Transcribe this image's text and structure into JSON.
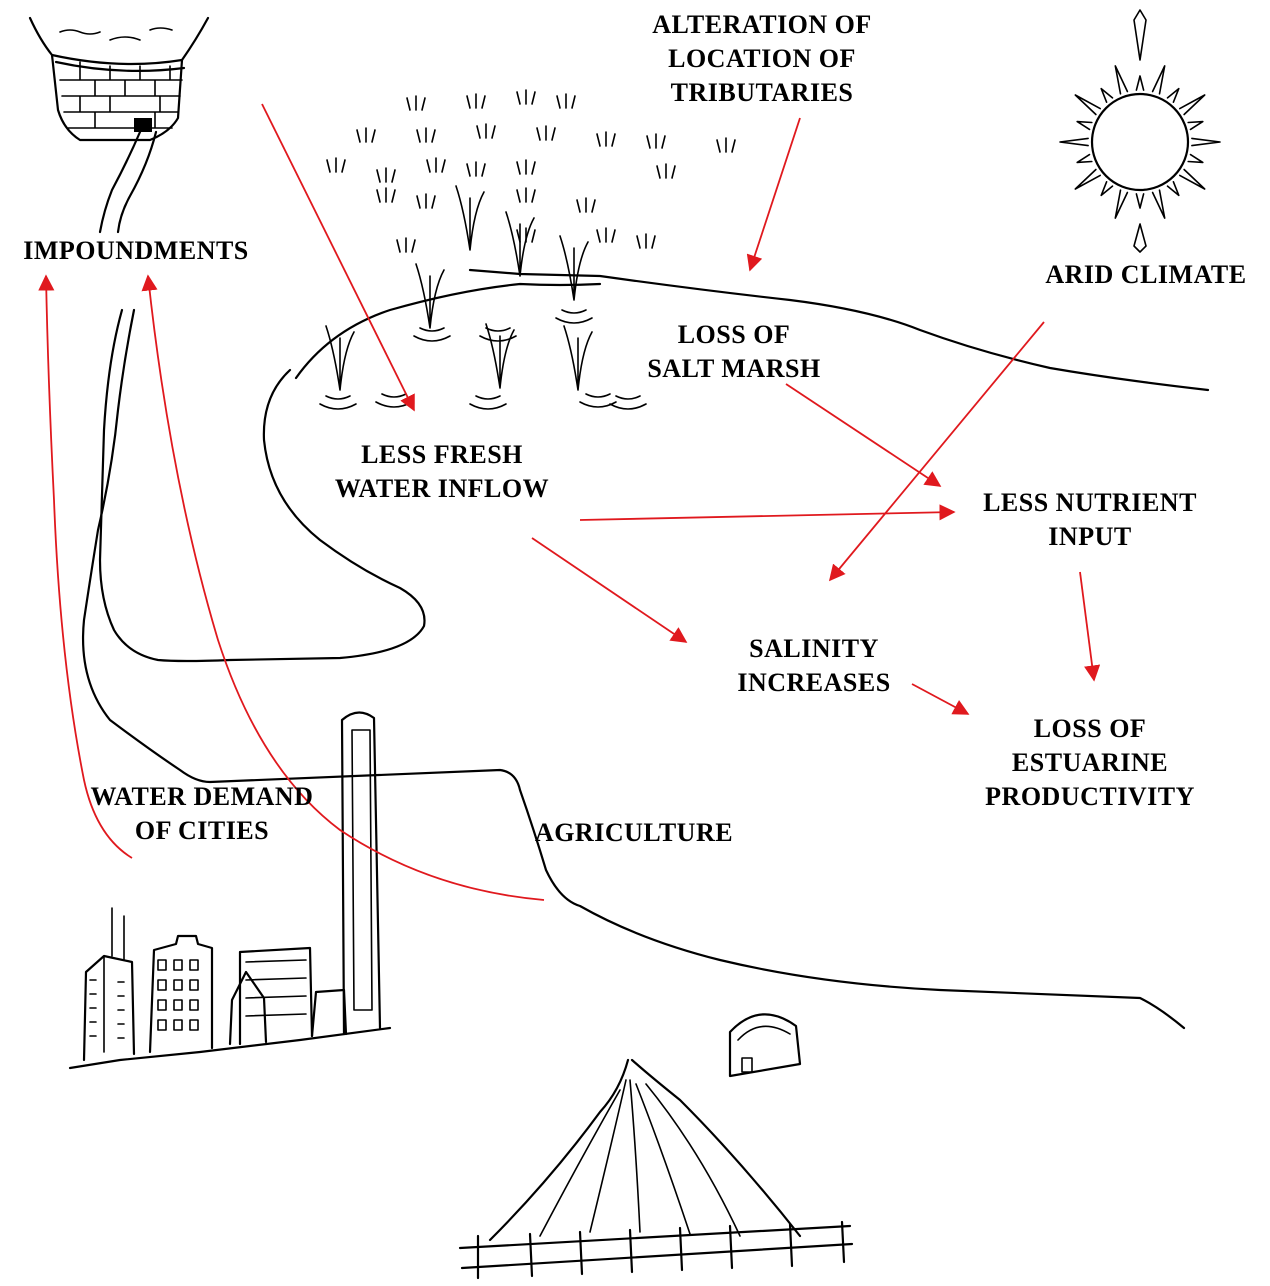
{
  "labels": {
    "impoundments": [
      "IMPOUNDMENTS"
    ],
    "alteration": [
      "ALTERATION OF",
      "LOCATION OF",
      "TRIBUTARIES"
    ],
    "arid_climate": [
      "ARID CLIMATE"
    ],
    "loss_salt_marsh": [
      "LOSS OF",
      "SALT MARSH"
    ],
    "less_fresh_water": [
      "LESS FRESH",
      "WATER INFLOW"
    ],
    "less_nutrient": [
      "LESS NUTRIENT",
      "INPUT"
    ],
    "salinity": [
      "SALINITY",
      "INCREASES"
    ],
    "loss_estuarine": [
      "LOSS OF",
      "ESTUARINE",
      "PRODUCTIVITY"
    ],
    "water_demand": [
      "WATER DEMAND",
      "OF CITIES"
    ],
    "agriculture": [
      "AGRICULTURE"
    ]
  },
  "colors": {
    "arrow": "#e0191e",
    "ink": "#000000",
    "background": "#ffffff"
  },
  "icons": [
    "dam-reservoir-icon",
    "salt-marsh-icon",
    "sun-icon",
    "city-skyline-icon",
    "farm-field-icon",
    "barn-icon"
  ]
}
